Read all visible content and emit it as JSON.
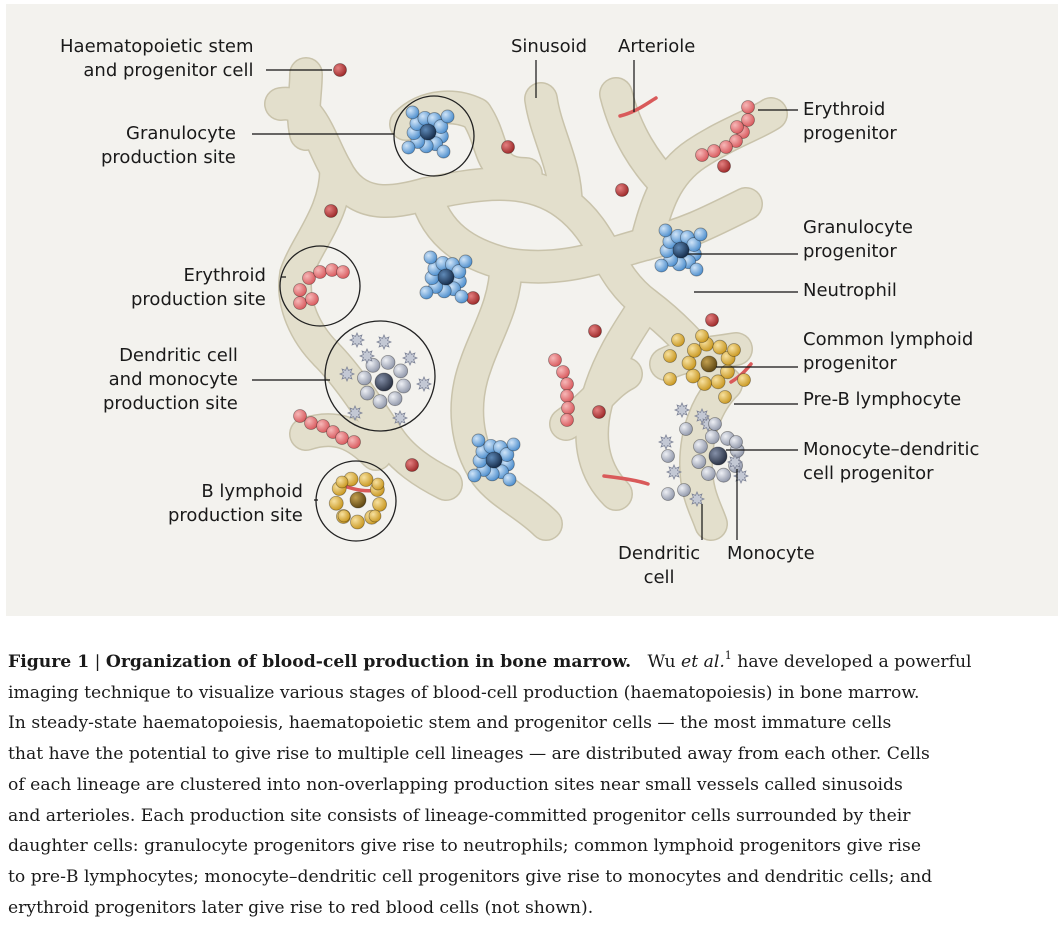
{
  "labels": {
    "hspc": "Haematopoietic stem\nand progenitor cell",
    "sinusoid": "Sinusoid",
    "arteriole": "Arteriole",
    "erythroid_progenitor": "Erythroid\nprogenitor",
    "granulocyte_site": "Granulocyte\nproduction site",
    "granulocyte_progenitor": "Granulocyte\nprogenitor",
    "neutrophil": "Neutrophil",
    "erythroid_site": "Erythroid\nproduction site",
    "common_lymphoid": "Common lymphoid\nprogenitor",
    "dendritic_monocyte_site": "Dendritic cell\nand monocyte\nproduction site",
    "pre_b": "Pre-B lymphocyte",
    "monocyte_dc_progenitor": "Monocyte–dendritic\ncell progenitor",
    "b_lymphoid_site": "B lymphoid\nproduction site",
    "dendritic_cell": "Dendritic\ncell",
    "monocyte": "Monocyte"
  },
  "caption": {
    "figure_number": "Figure 1",
    "separator": " | ",
    "title": "Organization of blood-cell production in bone marrow.",
    "author_prefix": "Wu ",
    "author_etal": "et al.",
    "ref": "1",
    "line1_rest": " have developed a powerful",
    "lines": [
      "imaging technique to visualize various stages of blood-cell production (haematopoiesis) in bone marrow.",
      "In steady-state haematopoiesis, haematopoietic stem and progenitor cells — the most immature cells",
      "that have the potential to give rise to multiple cell lineages — are distributed away from each other. Cells",
      "of each lineage are clustered into non-overlapping production sites near small vessels called sinusoids",
      "and arterioles. Each production site consists of lineage-committed progenitor cells surrounded by their",
      "daughter cells: granulocyte progenitors give rise to neutrophils; common lymphoid progenitors give rise",
      "to pre-B lymphocytes; monocyte–dendritic cell progenitors give rise to monocytes and dendritic cells; and",
      "erythroid progenitors later give rise to red blood cells (not shown)."
    ]
  },
  "colors": {
    "panel_bg": "#f3f2ee",
    "vessel_fill": "#e3dfcc",
    "vessel_stroke": "#c9c3ab",
    "hspc_red": "#b83a3a",
    "erythroid_pink": "#e4787c",
    "granulocyte_blue": "#6fa8dc",
    "progenitor_dark_blue": "#24466e",
    "lymphoid_yellow": "#e0b43c",
    "lymphoid_progenitor_brown": "#8a6a1e",
    "monocyte_grey": "#b6bccb",
    "monocyte_progenitor": "#3d4860",
    "arteriole_red": "#d95a5a"
  },
  "icons": {
    "hspc": "red-sphere-icon",
    "erythroid": "pink-sphere-icon",
    "granulocyte": "blue-sphere-icon",
    "lymphoid": "yellow-sphere-icon",
    "monocyte": "grey-sphere-icon",
    "dendritic": "spiky-cell-icon"
  }
}
